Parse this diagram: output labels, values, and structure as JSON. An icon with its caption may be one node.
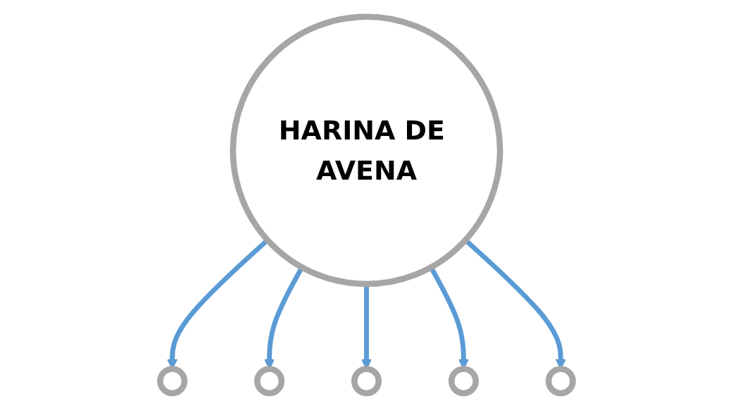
{
  "diagram": {
    "nodes": [
      {
        "text": [
          "HARINA DE AVENA"
        ]
      },
      {
        "text": [],
        "shape": "circle"
      },
      {
        "text": [],
        "shape": "circle"
      },
      {
        "text": [],
        "shape": "circle"
      },
      {
        "text": [],
        "shape": "circle"
      },
      {
        "text": [],
        "shape": "circle"
      }
    ],
    "edges": [
      {
        "from": 0,
        "to": 1,
        "arrow": "to"
      },
      {
        "from": 0,
        "to": 2,
        "arrow": "to"
      },
      {
        "from": 0,
        "to": 3,
        "arrow": "to"
      },
      {
        "from": 0,
        "to": 4,
        "arrow": "to"
      },
      {
        "from": 0,
        "to": 5,
        "arrow": "to"
      }
    ]
  }
}
